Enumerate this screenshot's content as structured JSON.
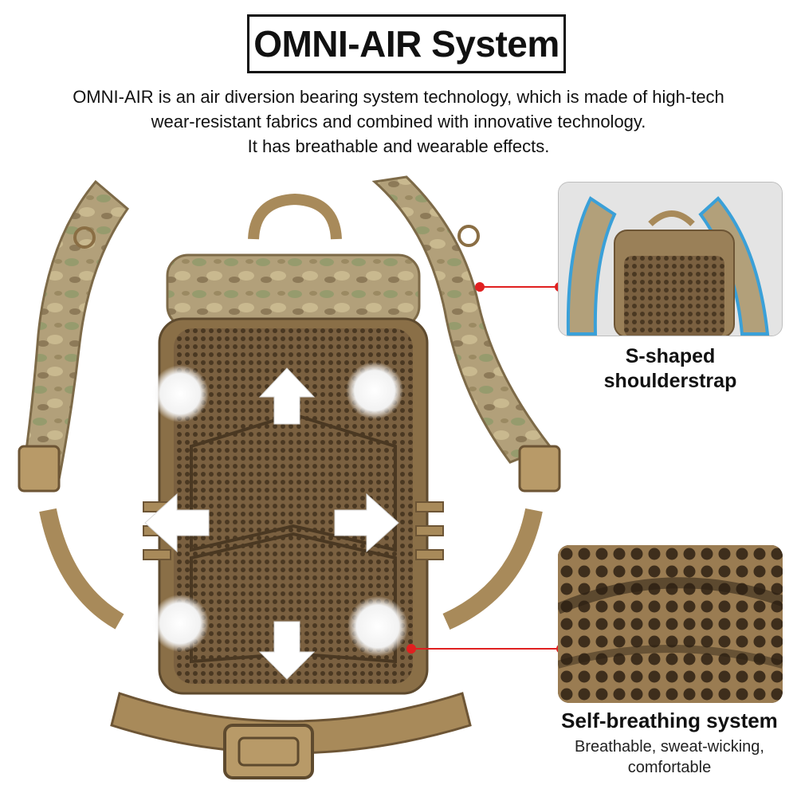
{
  "title": "OMNI-AIR System",
  "intro": {
    "line1": "OMNI-AIR is an air diversion bearing system technology, which is made of high-tech",
    "line2": "wear-resistant fabrics and combined with innovative technology.",
    "line3": "It has breathable and wearable effects."
  },
  "feature_shoulder": {
    "line1": "S-shaped",
    "line2": "shoulderstrap"
  },
  "feature_breathing": {
    "title": "Self-breathing system",
    "line1": "Breathable, sweat-wicking,",
    "line2": "comfortable"
  },
  "colors": {
    "camo_base": "#a8956e",
    "strap": "#a88a5a",
    "mesh": "#6d5535",
    "callout_line": "#e02020",
    "accent_blue": "#3aa0d8"
  }
}
